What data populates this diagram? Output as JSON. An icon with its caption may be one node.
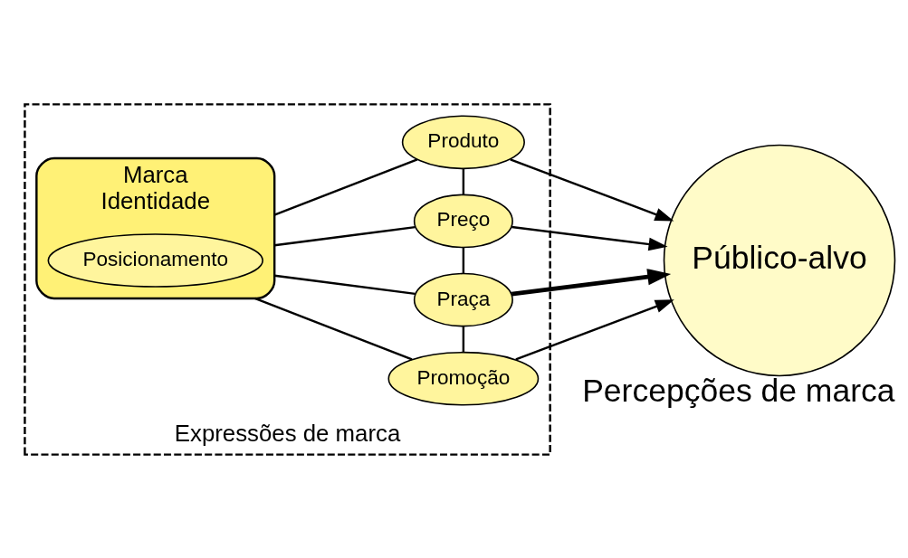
{
  "diagram": {
    "nodes": [
      {
        "text": [
          "Expressões de marca"
        ]
      },
      {
        "text": [
          "Marca",
          "Identidade"
        ],
        "in": 0
      },
      {
        "text": [
          "Posicionamento"
        ],
        "in": 1
      },
      {
        "text": [
          "Produto"
        ],
        "in": 0
      },
      {
        "text": [
          "Preço"
        ],
        "in": 0
      },
      {
        "text": [
          "Praça"
        ],
        "in": 0
      },
      {
        "text": [
          "Promoção"
        ],
        "in": 0
      },
      {
        "text": [
          "Público-alvo"
        ],
        "beside": [
          "Percepções de marca"
        ]
      }
    ],
    "edges": [
      {
        "from": 1,
        "to": 3,
        "arrow": "none"
      },
      {
        "from": 1,
        "to": 4,
        "arrow": "none"
      },
      {
        "from": 1,
        "to": 5,
        "arrow": "none"
      },
      {
        "from": 1,
        "to": 6,
        "arrow": "none"
      },
      {
        "from": 3,
        "to": 4,
        "arrow": "none"
      },
      {
        "from": 4,
        "to": 5,
        "arrow": "none"
      },
      {
        "from": 5,
        "to": 6,
        "arrow": "none"
      },
      {
        "from": 3,
        "to": 7,
        "arrow": "to"
      },
      {
        "from": 4,
        "to": 7,
        "arrow": "to"
      },
      {
        "from": 5,
        "to": 7,
        "arrow": "to",
        "style": "thick"
      },
      {
        "from": 6,
        "to": 7,
        "arrow": "to"
      }
    ]
  }
}
